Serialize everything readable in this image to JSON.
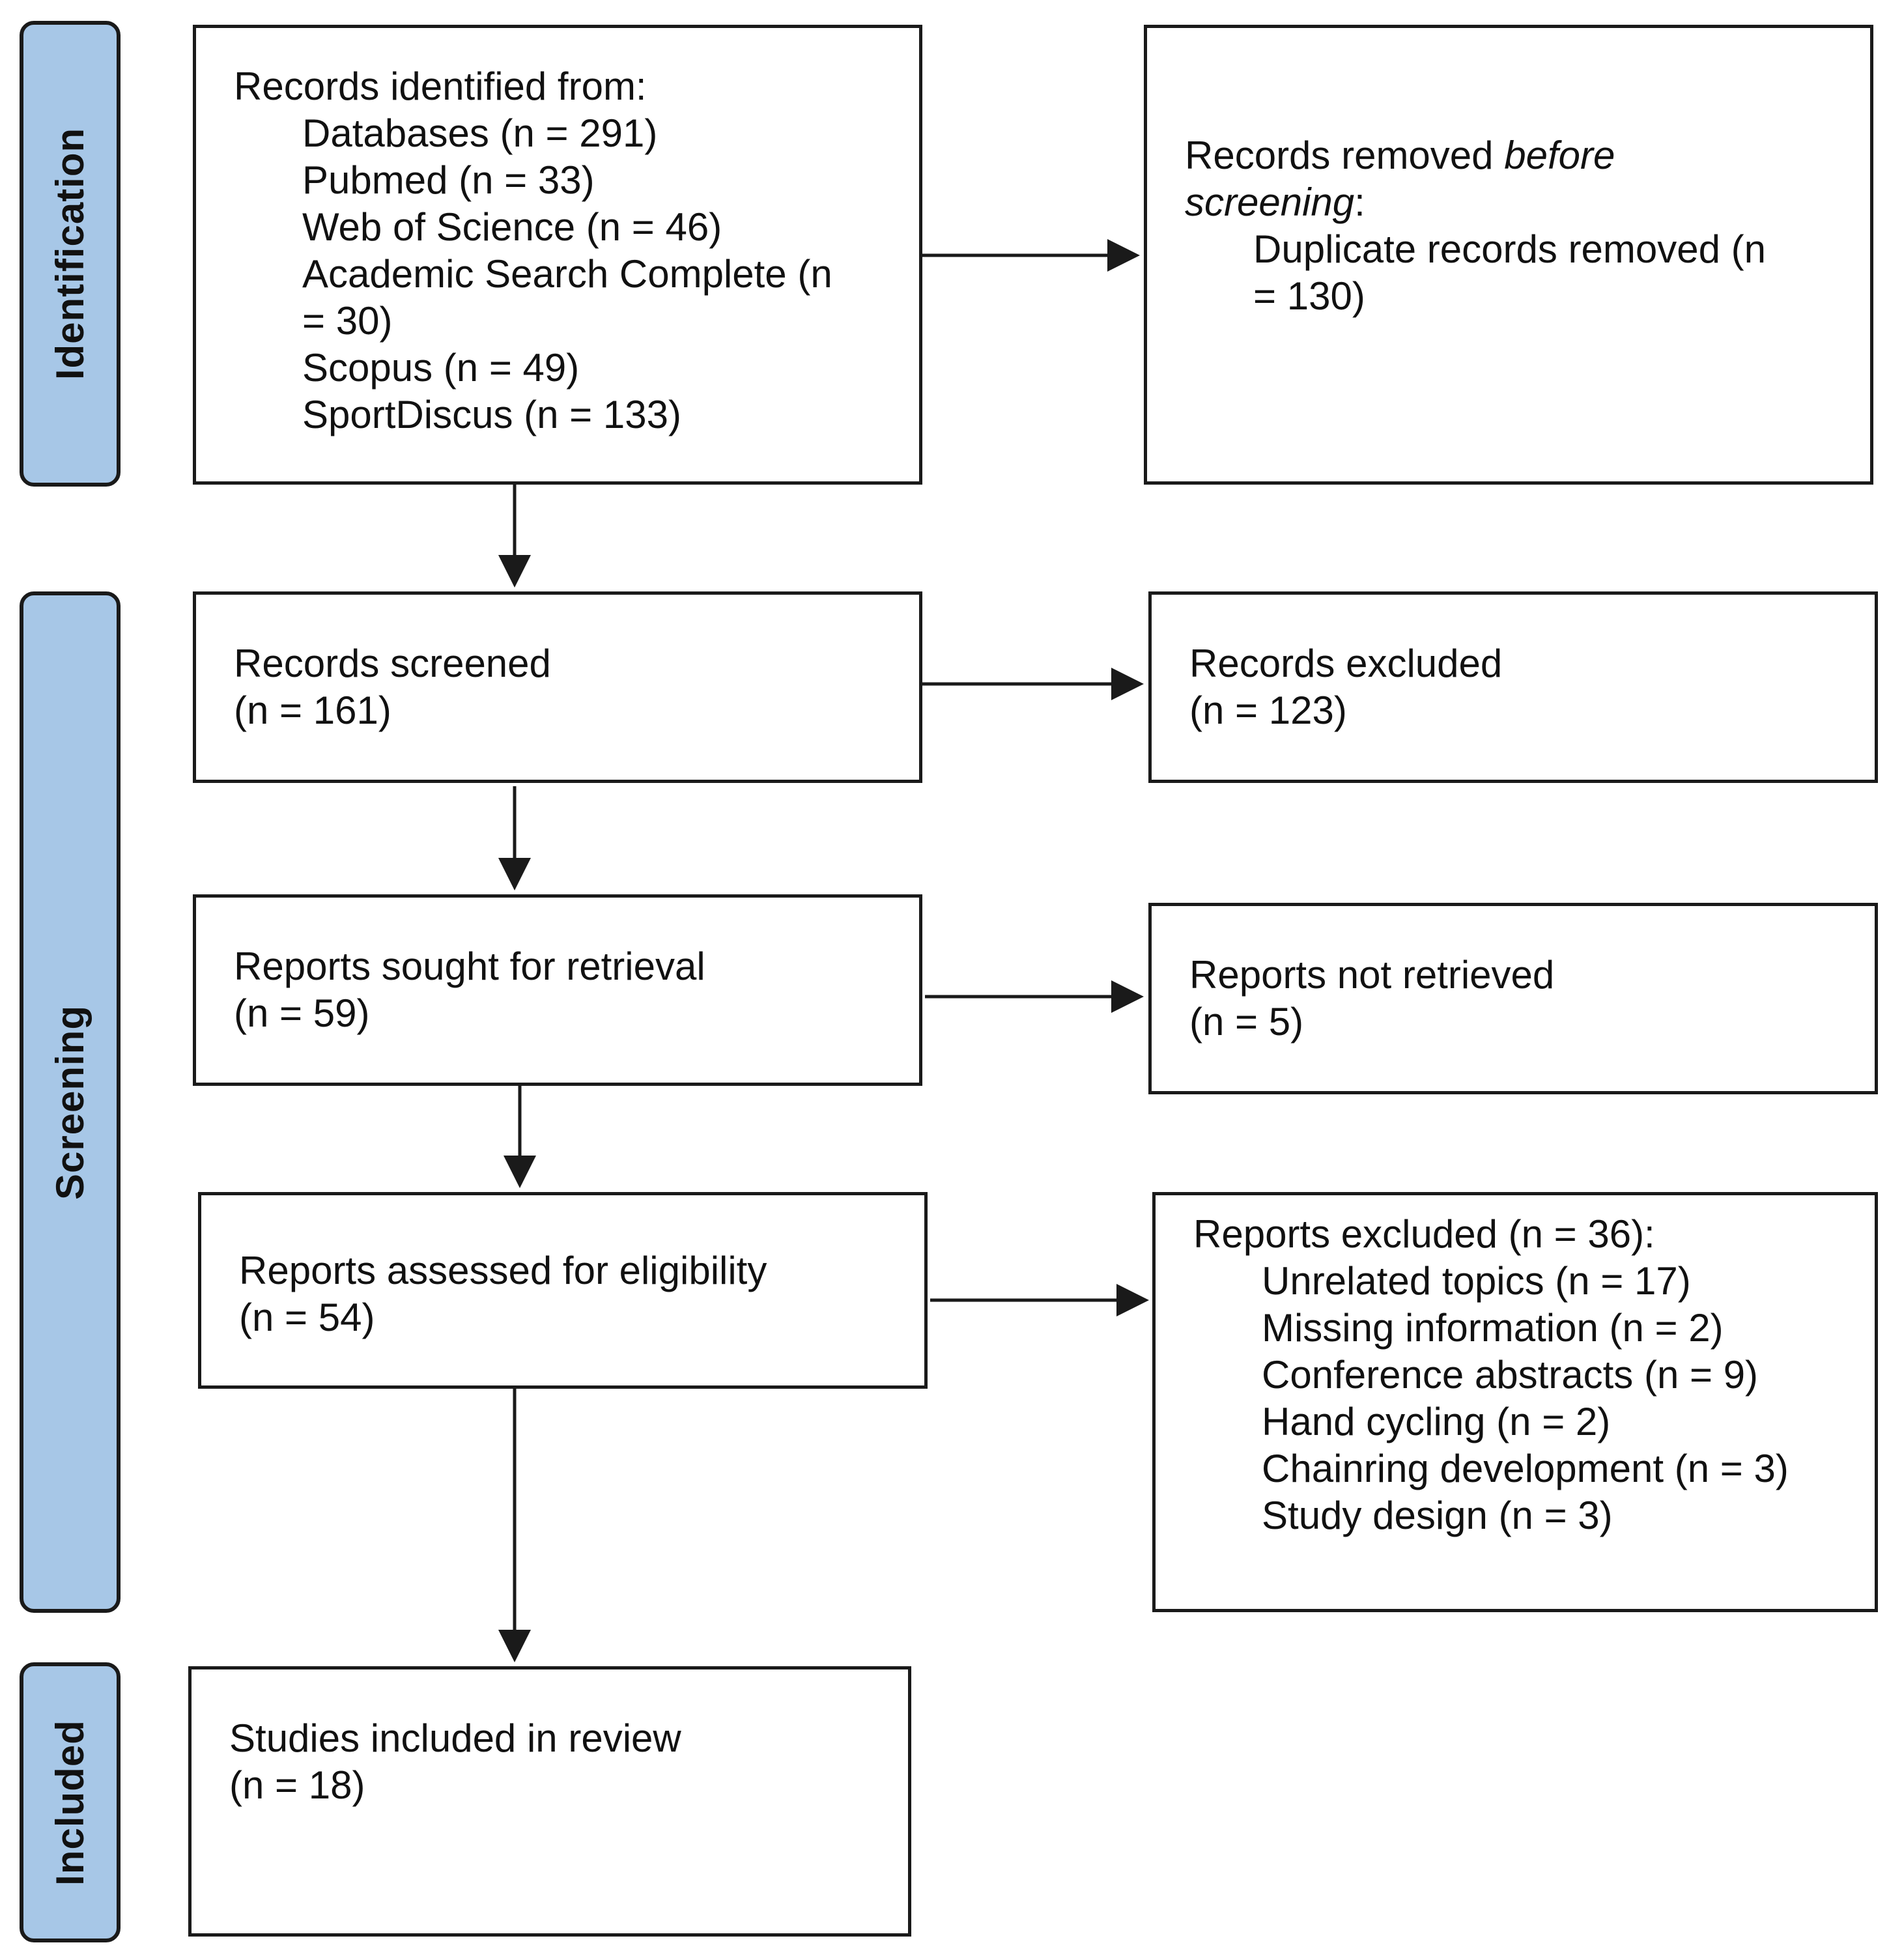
{
  "phases": {
    "identification": "Identification",
    "screening": "Screening",
    "included": "Included"
  },
  "identification_box": {
    "title": "Records identified from:",
    "items": [
      "Databases (n = 291)",
      "Pubmed (n = 33)",
      "Web of Science (n = 46)",
      "Academic Search Complete (n = 30)",
      "Scopus (n = 49)",
      "SportDiscus (n = 133)"
    ]
  },
  "removed_box": {
    "title_prefix": "Records removed ",
    "title_emphasis": "before screening",
    "title_suffix": ":",
    "item": "Duplicate records removed (n = 130)"
  },
  "screened_box": {
    "title": "Records screened",
    "count": "(n = 161)"
  },
  "excluded_box": {
    "title": "Records excluded",
    "count": "(n = 123)"
  },
  "sought_box": {
    "title": "Reports sought for retrieval",
    "count": "(n = 59)"
  },
  "not_retrieved_box": {
    "title": "Reports not retrieved",
    "count": "(n = 5)"
  },
  "assessed_box": {
    "title": "Reports assessed for eligibility",
    "count": "(n = 54)"
  },
  "reports_excluded_box": {
    "title": "Reports excluded (n = 36):",
    "items": [
      "Unrelated topics (n = 17)",
      "Missing information (n = 2)",
      "Conference abstracts (n = 9)",
      "Hand cycling (n = 2)",
      "Chainring development (n = 3)",
      "Study design (n = 3)"
    ]
  },
  "included_box": {
    "title": "Studies included in review",
    "count": "(n = 18)"
  },
  "colors": {
    "phase_fill": "#a7c7e7",
    "stroke": "#1a1a1a"
  }
}
